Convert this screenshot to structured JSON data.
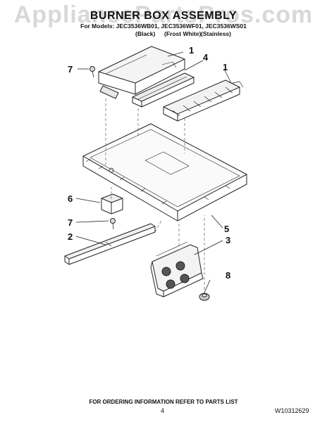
{
  "watermark": "AppliancePartsPros.com",
  "header": {
    "title": "BURNER BOX ASSEMBLY",
    "models": "For Models: JEC3536WB01, JEC3536WF01, JEC3536WS01",
    "finishes": {
      "black": "(Black)",
      "white": "(Frost White)",
      "stainless": "(Stainless)"
    }
  },
  "callouts": {
    "c1_top": "1",
    "c4": "4",
    "c7_top": "7",
    "c1_right": "1",
    "c6": "6",
    "c7_mid": "7",
    "c2": "2",
    "c5": "5",
    "c3": "3",
    "c8": "8"
  },
  "footer": {
    "note": "FOR ORDERING INFORMATION REFER TO PARTS LIST",
    "page": "4",
    "doc": "W10312629"
  }
}
